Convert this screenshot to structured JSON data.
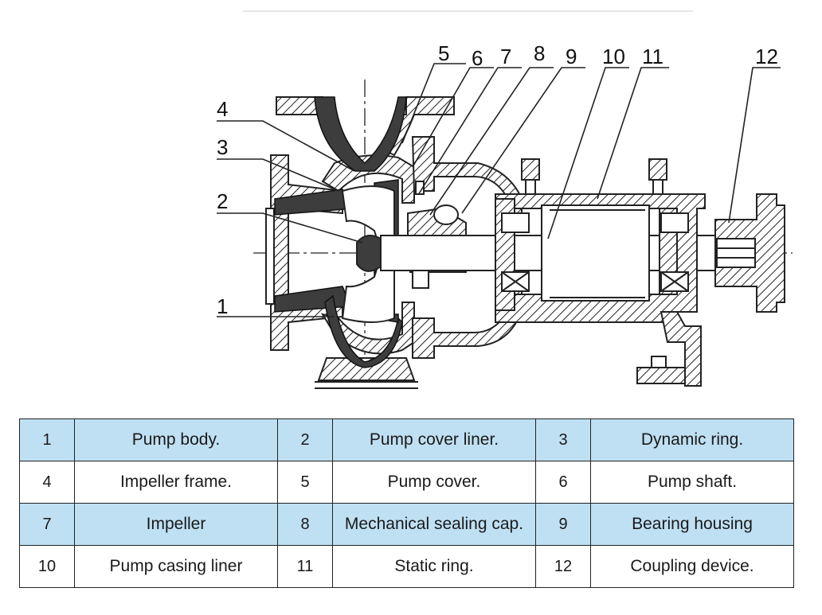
{
  "callouts": [
    "1",
    "2",
    "3",
    "4",
    "5",
    "6",
    "7",
    "8",
    "9",
    "10",
    "11",
    "12"
  ],
  "parts": [
    [
      {
        "num": "1",
        "name": "Pump body."
      },
      {
        "num": "2",
        "name": "Pump cover liner."
      },
      {
        "num": "3",
        "name": "Dynamic ring."
      }
    ],
    [
      {
        "num": "4",
        "name": "Impeller frame."
      },
      {
        "num": "5",
        "name": "Pump cover."
      },
      {
        "num": "6",
        "name": "Pump shaft."
      }
    ],
    [
      {
        "num": "7",
        "name": "Impeller"
      },
      {
        "num": "8",
        "name": "Mechanical sealing cap."
      },
      {
        "num": "9",
        "name": "Bearing housing"
      }
    ],
    [
      {
        "num": "10",
        "name": "Pump casing liner"
      },
      {
        "num": "11",
        "name": "Static ring."
      },
      {
        "num": "12",
        "name": "Coupling device."
      }
    ]
  ],
  "colors": {
    "row_highlight": "#bfe0f3",
    "line": "#222222",
    "liner": "#3d3d3d"
  }
}
